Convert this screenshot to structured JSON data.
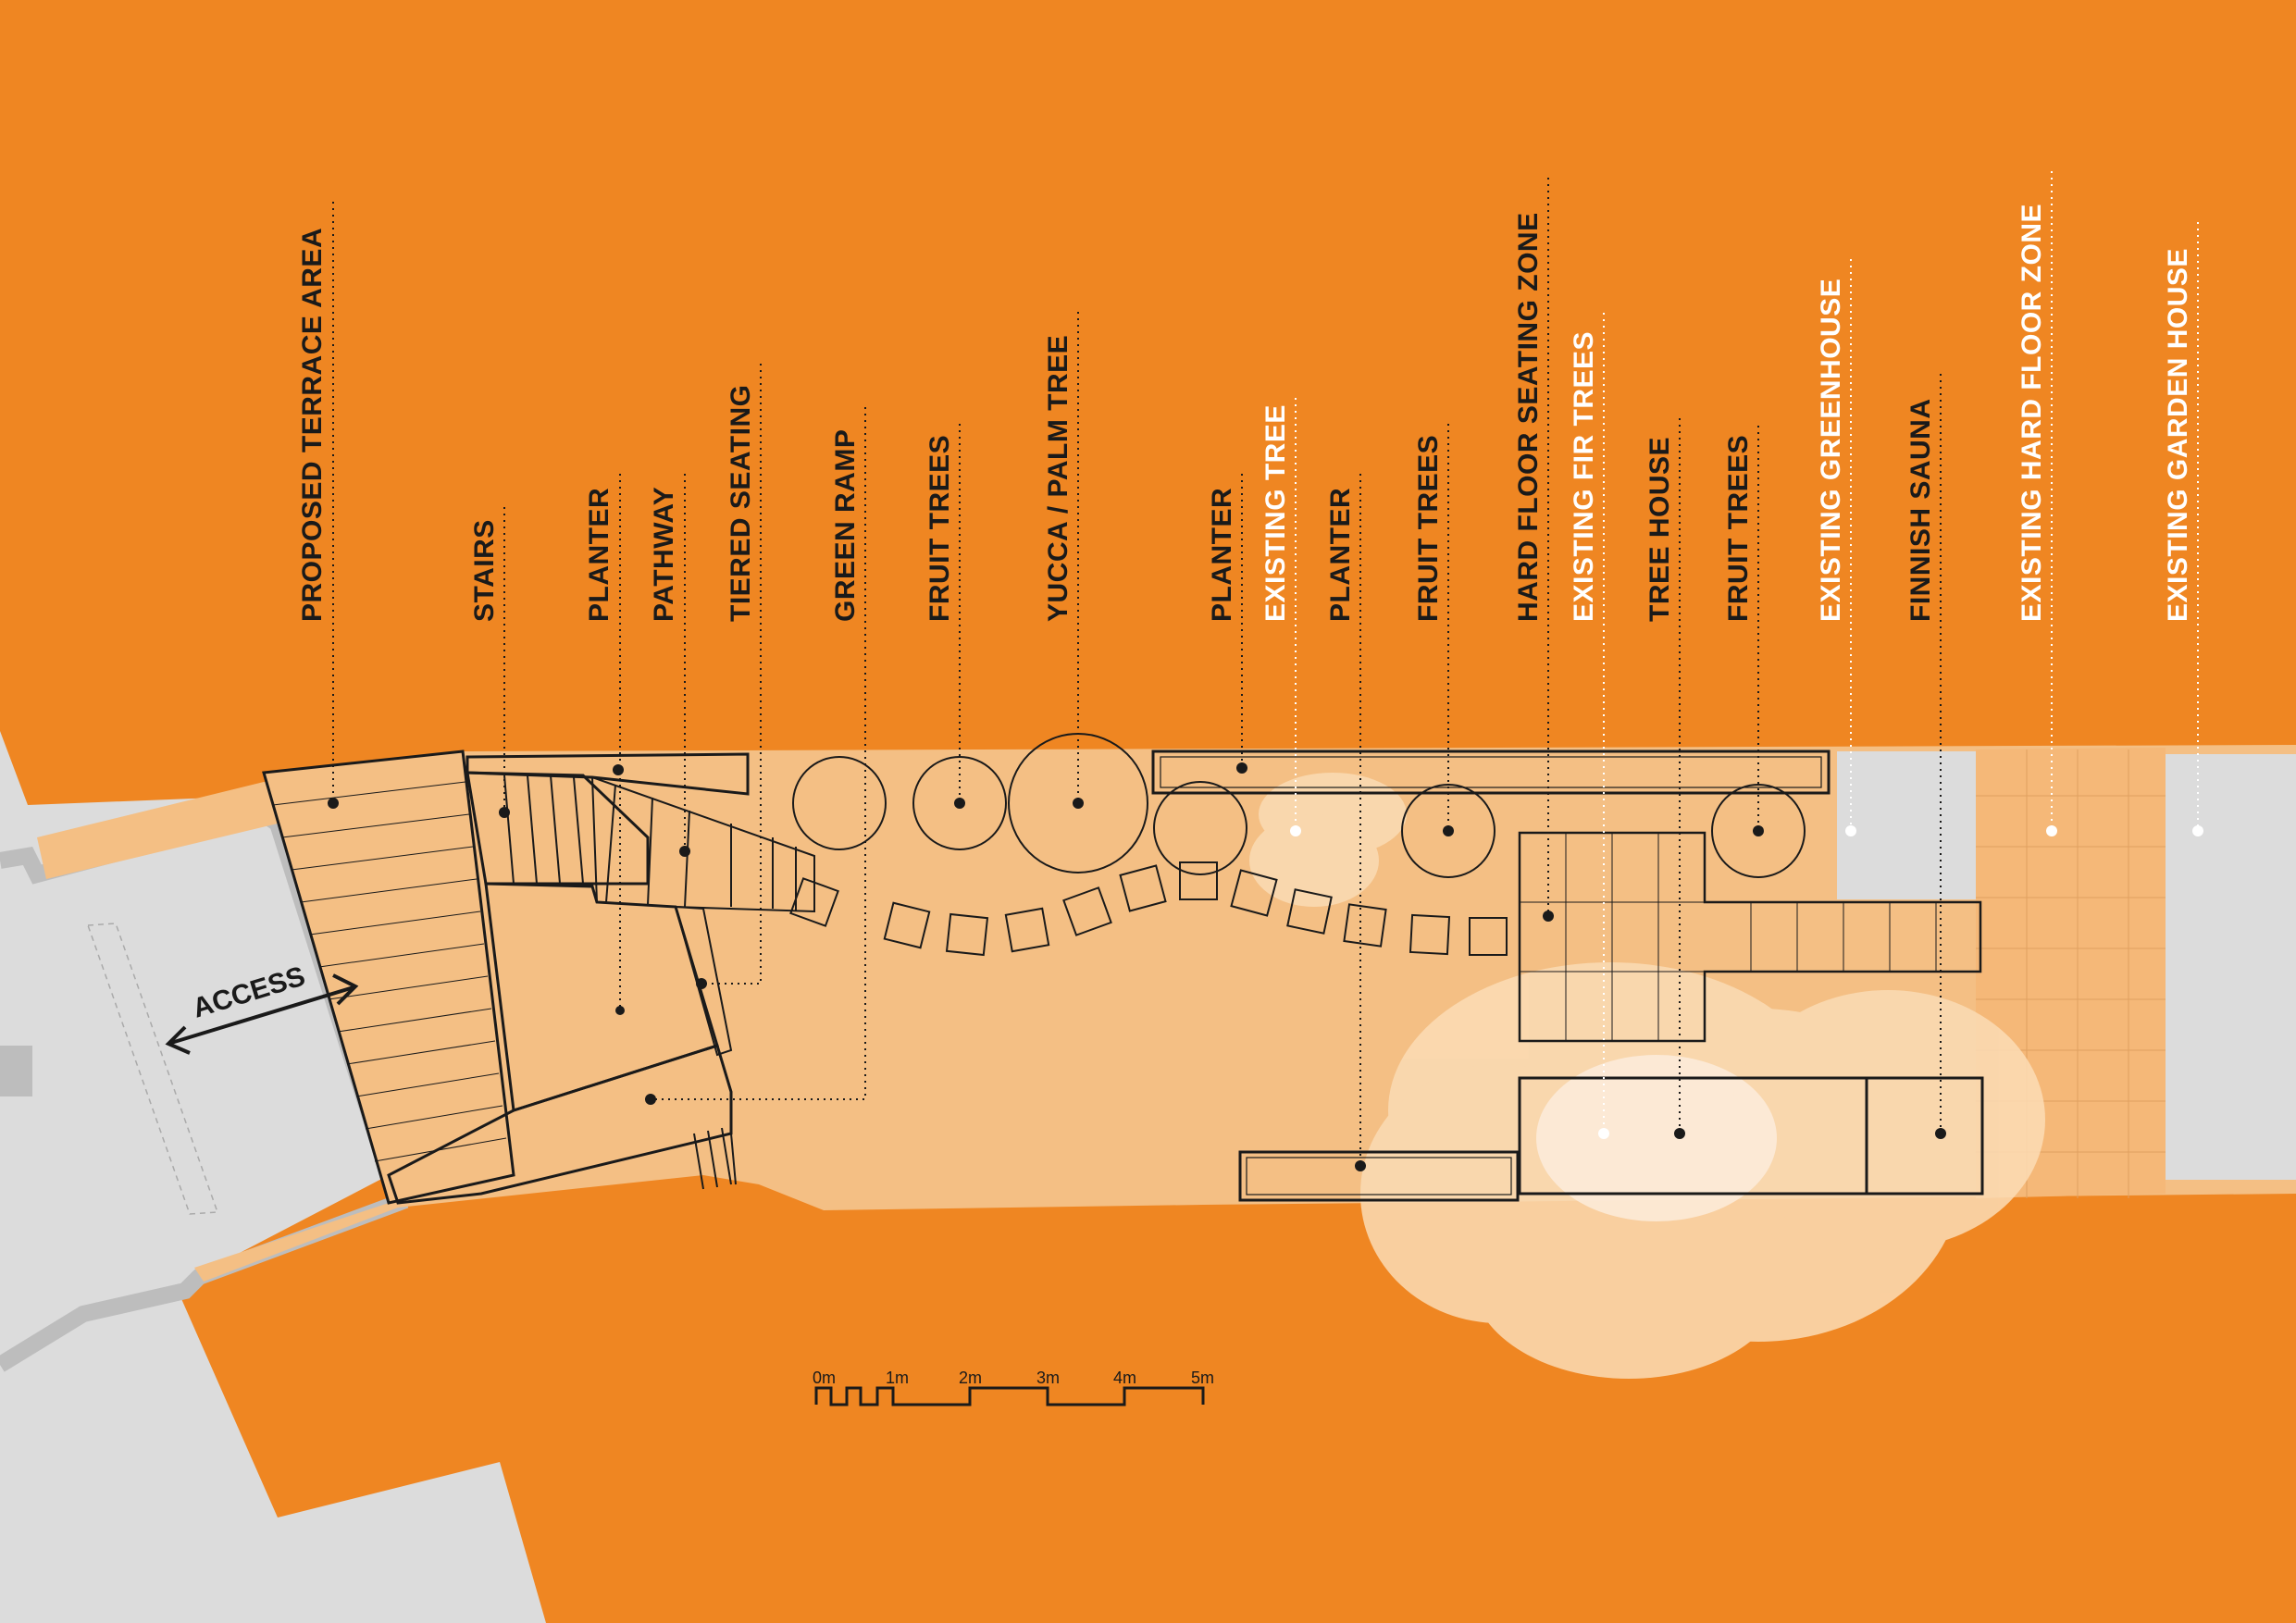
{
  "labels": {
    "proposed_terrace_area": "PROPOSED TERRACE AREA",
    "stairs": "STAIRS",
    "planter_1": "PLANTER",
    "pathway": "PATHWAY",
    "tiered_seating": "TIERED SEATING",
    "green_ramp": "GREEN RAMP",
    "fruit_trees_1": "FRUIT TREES",
    "yucca_palm_tree": "YUCCA / PALM TREE",
    "planter_2": "PLANTER",
    "existing_tree": "EXISTING TREE",
    "planter_3": "PLANTER",
    "fruit_trees_2": "FRUIT TREES",
    "hard_floor_seating_zone": "HARD FLOOR SEATING ZONE",
    "existing_fir_trees": "EXISTING FIR TREES",
    "tree_house": "TREE HOUSE",
    "fruit_trees_3": "FRUIT TREES",
    "existing_greenhouse": "EXISTING GREENHOUSE",
    "finnish_sauna": "FINNISH SAUNA",
    "existing_hard_floor_zone": "EXISTING HARD FLOOR ZONE",
    "existing_garden_house": "EXISTING GARDEN HOUSE"
  },
  "access_label": "ACCESS",
  "scale_bar": {
    "ticks": [
      "0m",
      "1m",
      "2m",
      "3m",
      "4m",
      "5m"
    ]
  },
  "colors": {
    "background_orange": "#ef8622",
    "garden_fill": "#f4bf84",
    "existing_zone_fill": "#f5b878",
    "grey_building": "#dcdcdc",
    "grey_wall": "#bdbdbd",
    "tree_canopy": "#fbdcb5",
    "line": "#1a1a1a"
  }
}
